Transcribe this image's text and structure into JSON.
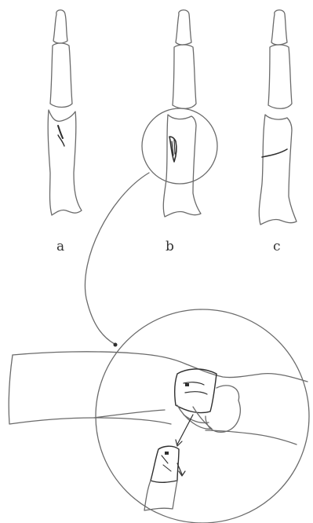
{
  "labels": {
    "a": "a",
    "b": "b",
    "c": "c"
  },
  "colors": {
    "line": "#6b6b6b",
    "dark": "#2f2f2f",
    "background": "#ffffff"
  }
}
